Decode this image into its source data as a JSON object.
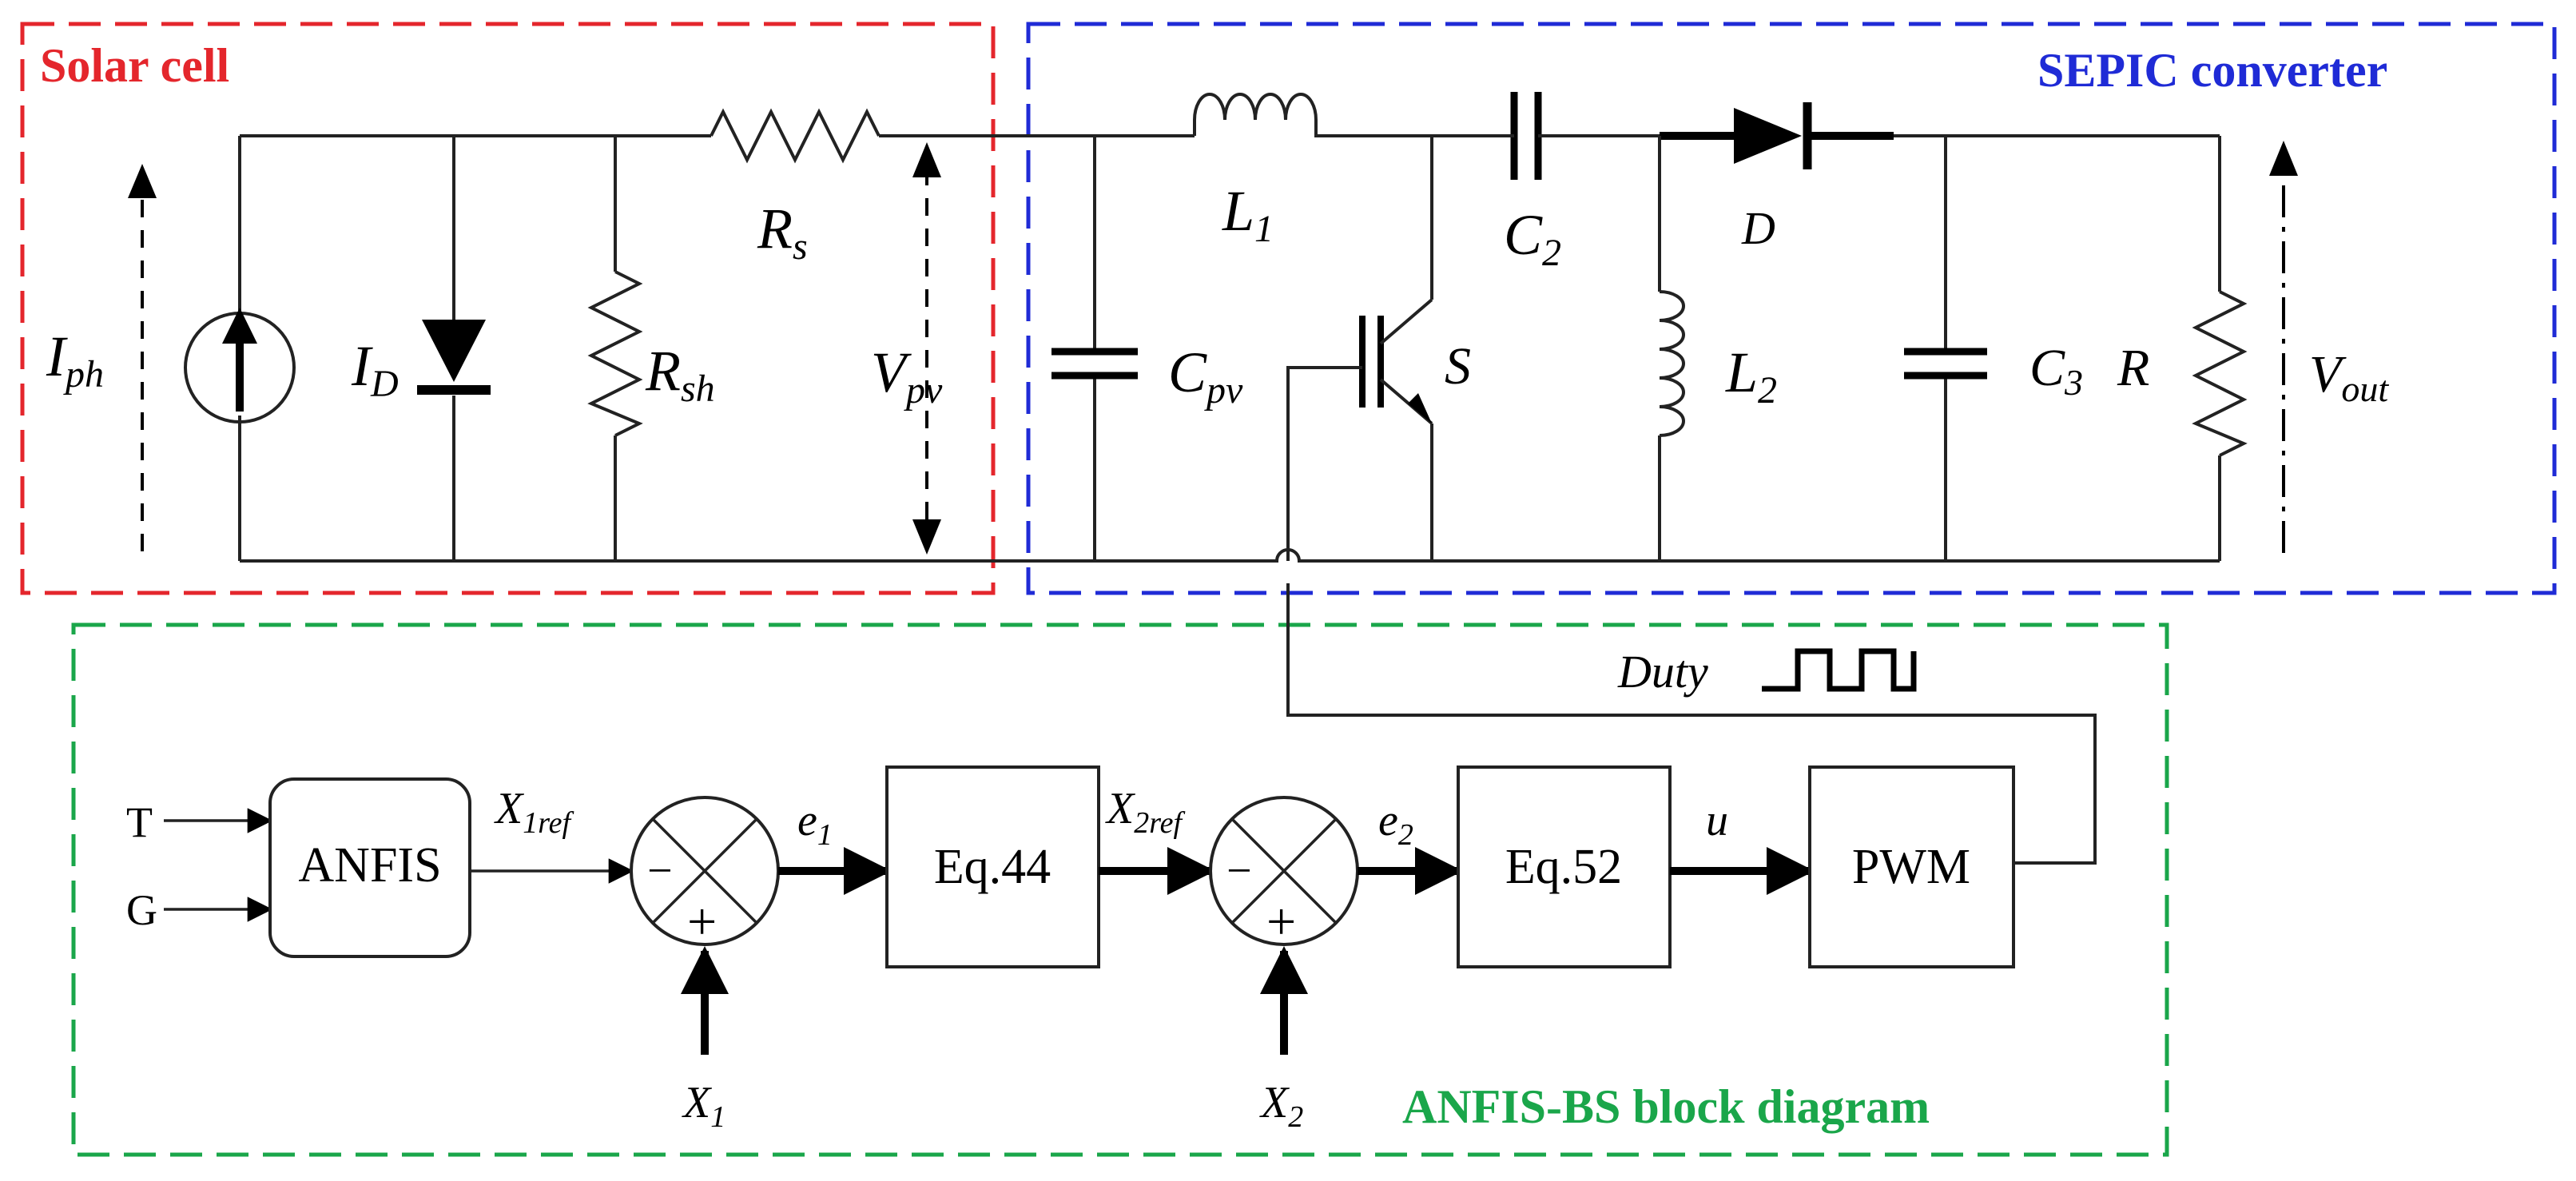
{
  "regions": {
    "solar": {
      "title": "Solar cell",
      "color": "#e4262c"
    },
    "sepic": {
      "title": "SEPIC converter",
      "color": "#1f2bd6"
    },
    "anfis_bs": {
      "title": "ANFIS-BS block diagram",
      "color": "#1aa64a"
    }
  },
  "circuit": {
    "iph": {
      "main": "I",
      "sub": "ph"
    },
    "id": {
      "main": "I",
      "sub": "D"
    },
    "rsh": {
      "main": "R",
      "sub": "sh"
    },
    "rs": {
      "main": "R",
      "sub": "s"
    },
    "vpv": {
      "main": "V",
      "sub": "pv"
    },
    "l1": {
      "main": "L",
      "sub": "1"
    },
    "cpv": {
      "main": "C",
      "sub": "pv"
    },
    "s": "S",
    "c2": {
      "main": "C",
      "sub": "2"
    },
    "d": "D",
    "l2": {
      "main": "L",
      "sub": "2"
    },
    "c3": {
      "main": "C",
      "sub": "3"
    },
    "r": "R",
    "vout": {
      "main": "V",
      "sub": "out"
    }
  },
  "block_diagram": {
    "inputs": [
      "T",
      "G"
    ],
    "anfis": "ANFIS",
    "x1ref": {
      "main": "X",
      "sub": "1ref"
    },
    "sum_minus": "−",
    "sum_plus": "+",
    "e1": {
      "main": "e",
      "sub": "1"
    },
    "eq44": "Eq.44",
    "x2ref": {
      "main": "X",
      "sub": "2ref"
    },
    "e2": {
      "main": "e",
      "sub": "2"
    },
    "eq52": "Eq.52",
    "u": "u",
    "pwm": "PWM",
    "x1": {
      "main": "X",
      "sub": "1"
    },
    "x2": {
      "main": "X",
      "sub": "2"
    },
    "duty": "Duty"
  }
}
